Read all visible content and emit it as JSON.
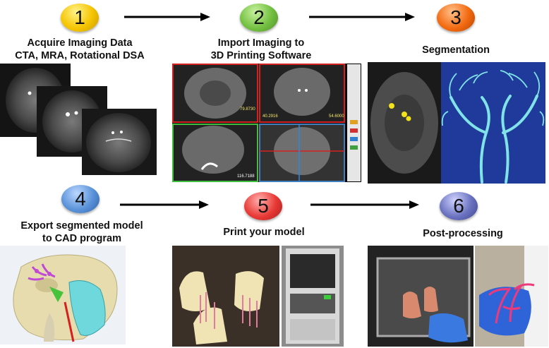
{
  "steps": [
    {
      "number": "1",
      "color": "#f5c400",
      "label_lines": [
        "Acquire Imaging Data",
        "CTA, MRA, Rotational DSA"
      ]
    },
    {
      "number": "2",
      "color": "#73c041",
      "label_lines": [
        "Import Imaging to",
        "3D Printing Software"
      ]
    },
    {
      "number": "3",
      "color": "#f36a10",
      "label_lines": [
        "Segmentation"
      ]
    },
    {
      "number": "4",
      "color": "#5a92d9",
      "label_lines": [
        "Export segmented model",
        "to CAD program"
      ]
    },
    {
      "number": "5",
      "color": "#e83935",
      "label_lines": [
        "Print your model"
      ]
    },
    {
      "number": "6",
      "color": "#6a72bf",
      "label_lines": [
        "Post-processing"
      ]
    }
  ],
  "software_view": {
    "readouts": [
      "79.8730",
      "40.2916",
      "54.6000",
      "116.7188"
    ]
  }
}
